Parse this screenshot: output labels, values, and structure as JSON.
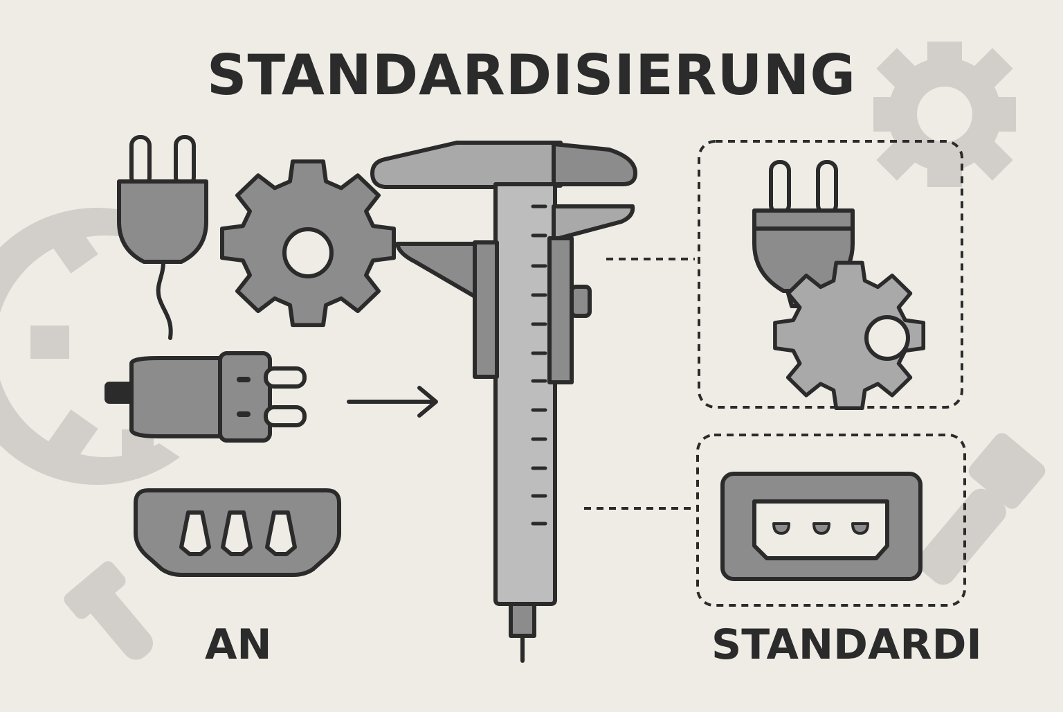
{
  "title": "STANDARDISIERUNG",
  "left_label": "AN",
  "right_label": "STANDARDI",
  "colors": {
    "background": "#efece6",
    "outline": "#2b2b2b",
    "fill_dark": "#8c8c8c",
    "fill_mid": "#a9a9a9",
    "fill_light": "#bdbdbd",
    "watermark": "#d2cfca"
  },
  "icons": [
    "plug-icon",
    "gear-icon",
    "adapter-plug-icon",
    "socket-icon",
    "arrow-right-icon",
    "caliper-icon",
    "wrench-icon",
    "bolt-icon"
  ]
}
